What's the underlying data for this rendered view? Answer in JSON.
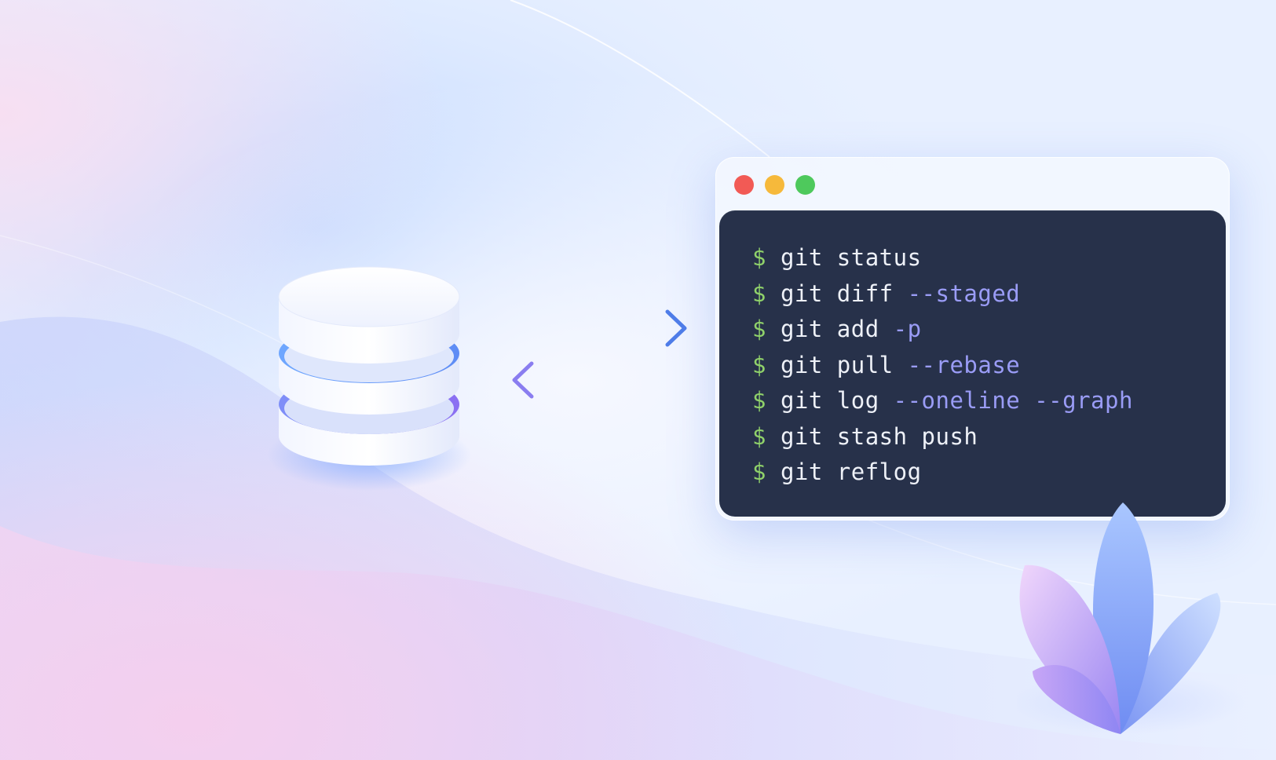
{
  "colors": {
    "terminal_bg": "#27314a",
    "prompt": "#8fd16a",
    "command": "#eef1f8",
    "flag": "#9a9cf6",
    "window_red": "#f25a55",
    "window_yellow": "#f6b93b",
    "window_green": "#4ec95c",
    "arrow_start": "#9b8cf2",
    "arrow_end": "#4f7de8"
  },
  "icons": {
    "database": "database-icon",
    "sync": "sync-arrows-icon",
    "leaf": "leaf-decoration-icon"
  },
  "terminal": {
    "window_controls": [
      "close",
      "minimize",
      "maximize"
    ],
    "lines": [
      {
        "prompt": "$",
        "command": "git status",
        "flags": ""
      },
      {
        "prompt": "$",
        "command": "git diff",
        "flags": "--staged"
      },
      {
        "prompt": "$",
        "command": "git add",
        "flags": "-p"
      },
      {
        "prompt": "$",
        "command": "git pull",
        "flags": "--rebase"
      },
      {
        "prompt": "$",
        "command": "git log",
        "flags": "--oneline --graph"
      },
      {
        "prompt": "$",
        "command": "git stash push",
        "flags": ""
      },
      {
        "prompt": "$",
        "command": "git reflog",
        "flags": ""
      }
    ]
  }
}
